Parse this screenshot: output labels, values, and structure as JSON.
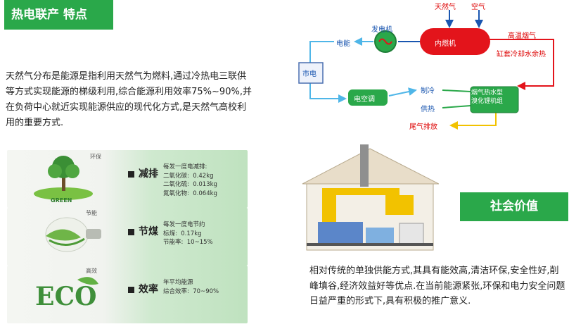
{
  "header": {
    "title": "热电联产 特点"
  },
  "intro": {
    "text": "天然气分布是能源是指利用天然气为燃料,通过冷热电三联供等方式实现能源的梯级利用,综合能源利用效率75%~90%,并在负荷中心就近实现能源供应的现代化方式,是天然气高校利用的重要方式."
  },
  "cards": [
    {
      "title": "减排",
      "tag": "环保",
      "sub": "GREEN",
      "lines": "每发一度电减排:\n二氧化碳:  0.42kg\n二氧化硫:  0.013kg\n氮氧化物:  0.064kg"
    },
    {
      "title": "节煤",
      "tag": "节能",
      "lines": "每发一度电节约\n标煤:  0.17kg\n节能率:  10~15%"
    },
    {
      "title": "效率",
      "tag": "高效",
      "sub": "ECO",
      "lines": "年平均能源\n综合效率:  70~90%"
    }
  ],
  "diagram": {
    "gas": "天然气",
    "air": "空气",
    "generator": "发电机",
    "engine": "内燃机",
    "highTempFlue": "高温烟气",
    "jacket": "缸套冷却水余热",
    "power": "电能",
    "grid": "市电",
    "ac": "电空调",
    "cooling": "制冷",
    "heating": "供热",
    "chiller": "烟气热水型\n溴化锂机组",
    "exhaust": "尾气排放",
    "colors": {
      "red": "#e3141b",
      "green": "#2aa84a",
      "blue": "#1a56b0",
      "yellow": "#f2c200",
      "cyan": "#4fb6e8"
    }
  },
  "social": {
    "title": "社会价值",
    "text": "相对传统的单独供能方式,其具有能效高,清洁环保,安全性好,削峰填谷,经济效益好等优点.在当前能源紧张,环保和电力安全问题日益严重的形式下,具有积极的推广意义."
  }
}
